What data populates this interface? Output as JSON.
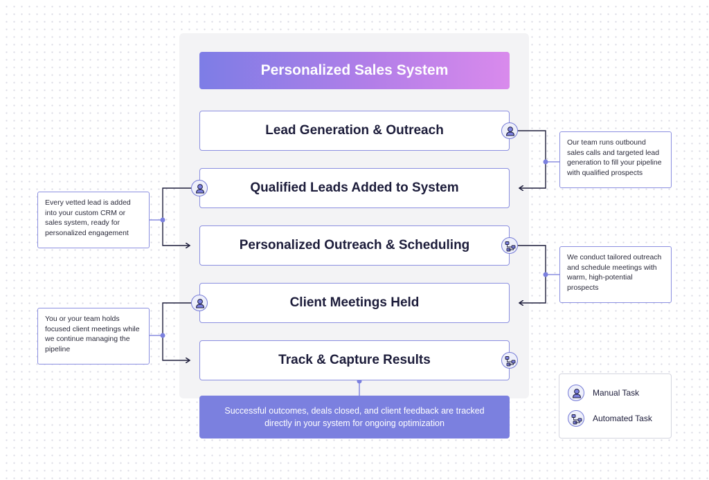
{
  "title": "Personalized Sales System",
  "steps": [
    {
      "label": "Lead Generation & Outreach",
      "task": "manual",
      "icon": "person-icon"
    },
    {
      "label": "Qualified Leads Added to System",
      "task": "manual",
      "icon": "person-icon"
    },
    {
      "label": "Personalized Outreach & Scheduling",
      "task": "automated",
      "icon": "workflow-icon"
    },
    {
      "label": "Client Meetings Held",
      "task": "manual",
      "icon": "person-icon"
    },
    {
      "label": "Track & Capture Results",
      "task": "automated",
      "icon": "workflow-icon"
    }
  ],
  "notes": {
    "right_1": "Our team runs outbound sales calls and targeted lead generation to fill your pipeline with qualified prospects",
    "left_1": "Every vetted lead is added into your custom CRM or sales system, ready for personalized engagement",
    "right_2": "We conduct tailored outreach and schedule meetings with warm, high-potential prospects",
    "left_2": "You or your team holds focused client meetings while we continue managing the pipeline"
  },
  "outcome": "Successful outcomes, deals closed, and client feedback are tracked directly in your system for ongoing optimization",
  "legend": {
    "manual": "Manual Task",
    "automated": "Automated Task"
  },
  "colors": {
    "accent": "#7b80df",
    "border": "#8a8ee0",
    "text": "#1c1c3a",
    "gradient_start": "#7d7de6",
    "gradient_end": "#d98aec"
  }
}
